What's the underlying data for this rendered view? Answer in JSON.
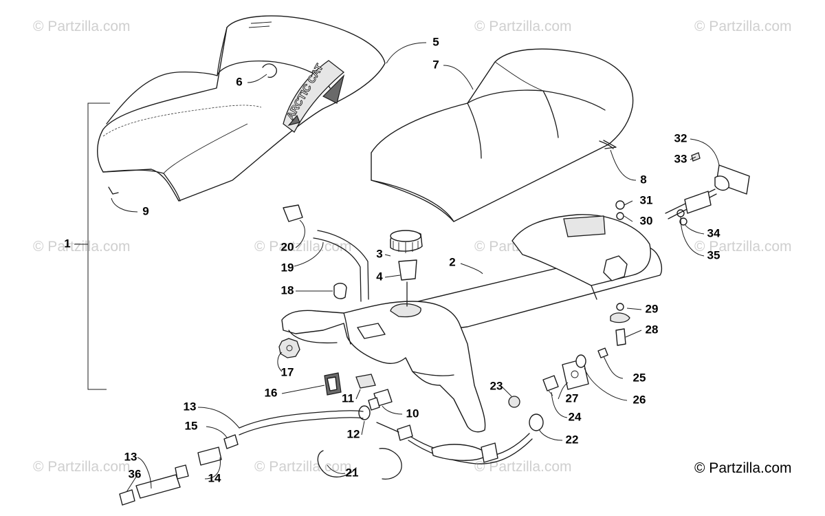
{
  "diagram": {
    "brand_text": "ARCTIC CAT",
    "copyright": "© Partzilla.com",
    "watermark": "© Partzilla.com",
    "callouts": {
      "c1": "1",
      "c2": "2",
      "c3": "3",
      "c4": "4",
      "c5": "5",
      "c6": "6",
      "c7": "7",
      "c8": "8",
      "c9": "9",
      "c10": "10",
      "c11": "11",
      "c12": "12",
      "c13a": "13",
      "c13b": "13",
      "c14": "14",
      "c15": "15",
      "c16": "16",
      "c17": "17",
      "c18": "18",
      "c19": "19",
      "c20": "20",
      "c21": "21",
      "c22": "22",
      "c23": "23",
      "c24": "24",
      "c25": "25",
      "c26": "26",
      "c27": "27",
      "c28": "28",
      "c29": "29",
      "c30": "30",
      "c31": "31",
      "c32": "32",
      "c33": "33",
      "c34": "34",
      "c35": "35",
      "c36": "36"
    }
  }
}
